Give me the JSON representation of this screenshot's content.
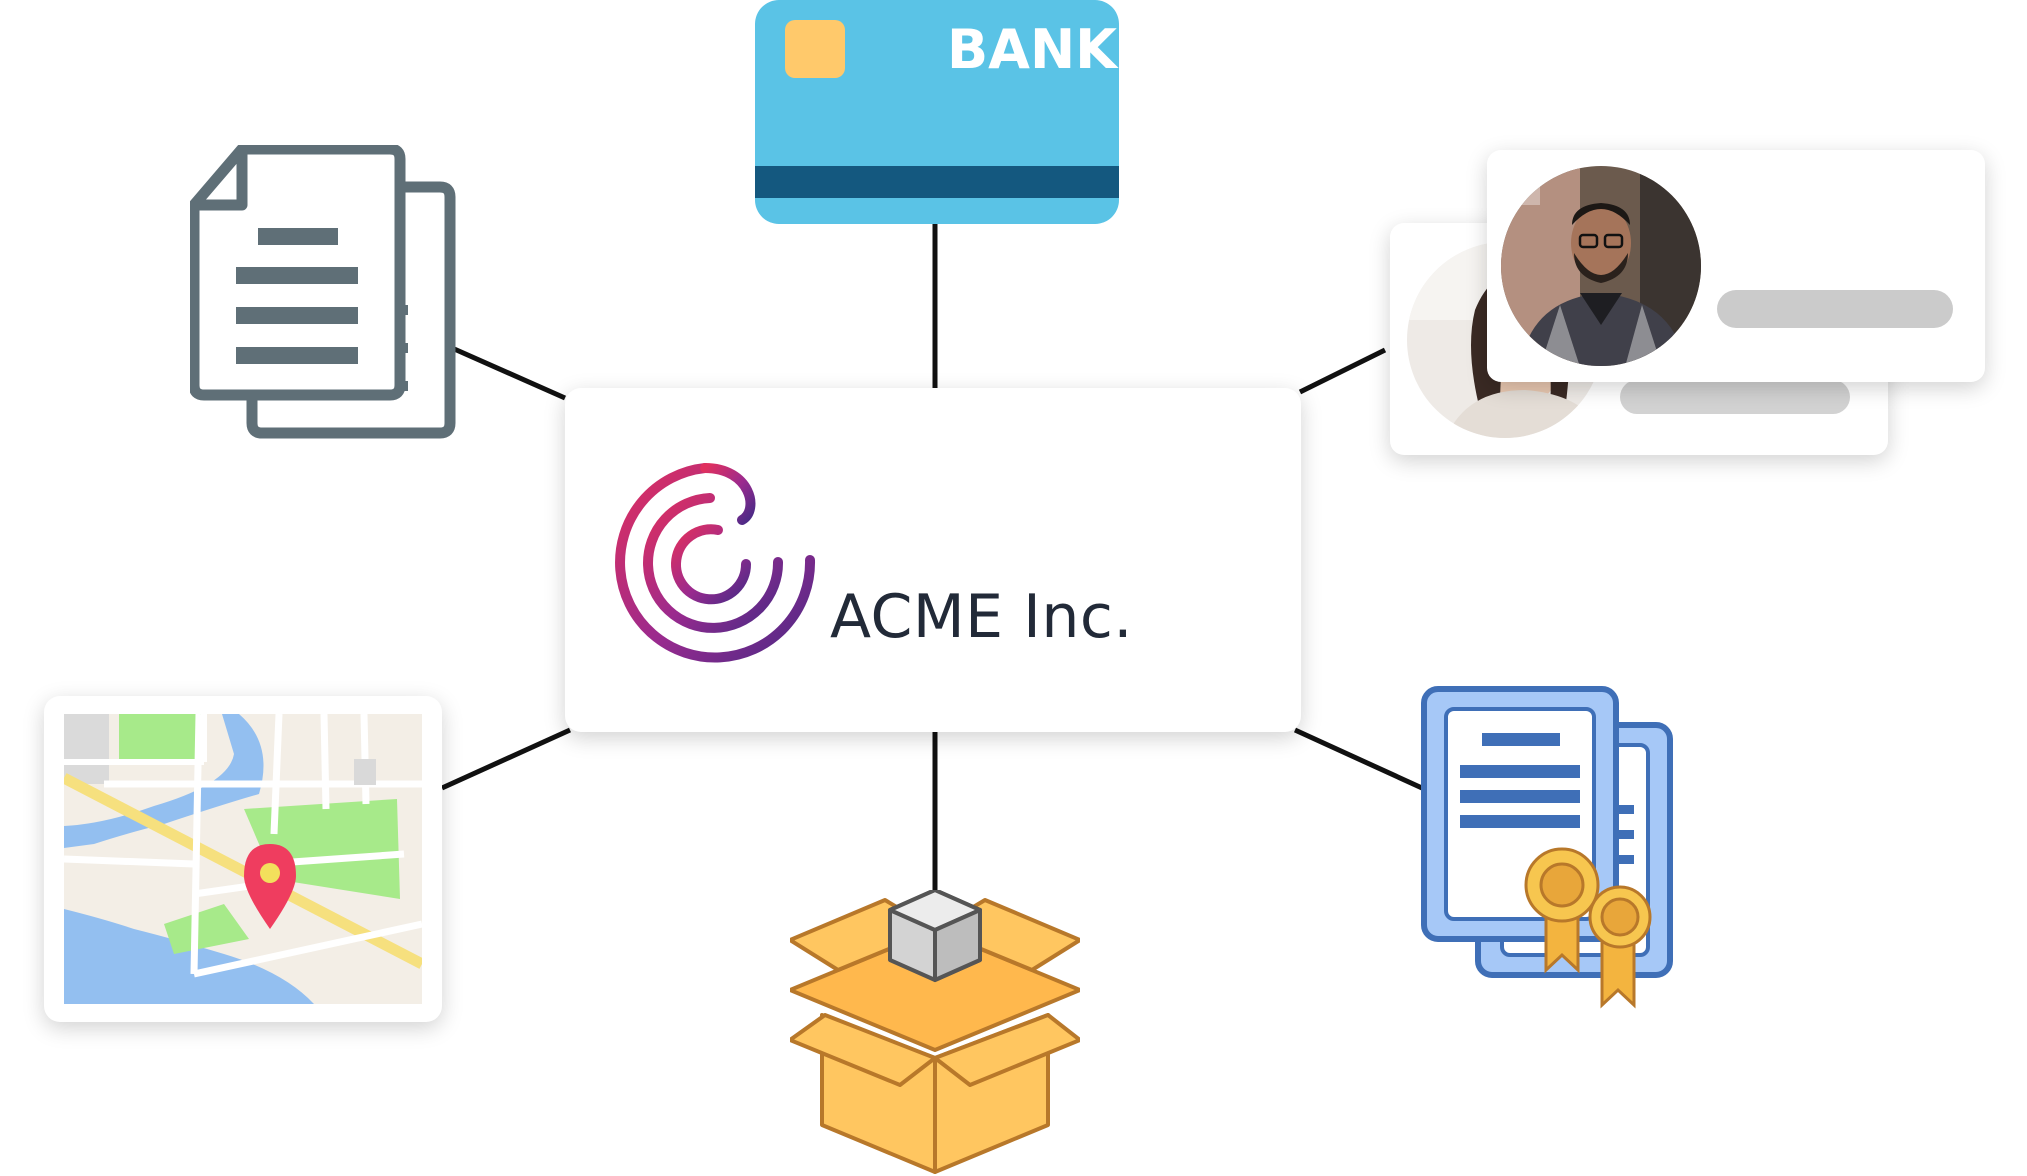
{
  "center": {
    "company_name": "ACME Inc.",
    "logo_icon": "acme-swirl-logo"
  },
  "bank_card": {
    "label": "BANK",
    "colors": {
      "card": "#5ac3e6",
      "stripe": "#14587f",
      "chip": "#ffc96b"
    }
  },
  "nodes": [
    {
      "name": "documents",
      "icon": "documents-icon"
    },
    {
      "name": "bank-card",
      "icon": "credit-card-icon"
    },
    {
      "name": "people-profiles",
      "icon": "profile-cards-icon"
    },
    {
      "name": "map-location",
      "icon": "map-pin-icon"
    },
    {
      "name": "package",
      "icon": "open-box-icon"
    },
    {
      "name": "certificates",
      "icon": "certificate-icon"
    }
  ],
  "colors": {
    "connector": "#111111",
    "document_gray": "#5f6f77",
    "certificate_blue": "#3f6fb7",
    "certificate_fill": "#a6c8f7",
    "box": "#ffc660",
    "map_pin": "#ef3d5f"
  }
}
